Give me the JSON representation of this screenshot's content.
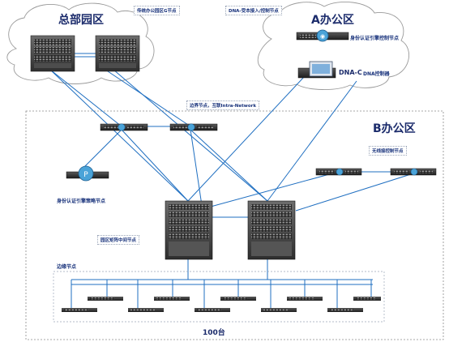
{
  "colors": {
    "link": "#1f6fc1",
    "text": "#16307a",
    "cloud": "#9a9a9a",
    "boundary": "#8a8a8a",
    "chassis": "#3a3a3a",
    "identity_node": "#4aa3d8"
  },
  "icons": [
    "cloud",
    "chassis-switch",
    "core-switch",
    "access-switch",
    "identity-server",
    "dna-controller"
  ],
  "zones": {
    "hq": {
      "title": "总部园区"
    },
    "office_a": {
      "title": "A办公区"
    },
    "office_b": {
      "title": "B办公区"
    }
  },
  "labels": {
    "legacy_node": "传统办公园区G节点",
    "dna_access_top": "DNA-受本接入/控制节点",
    "identity_engine_a": "身份认证引擎控制节点",
    "dna_c": "DNA-C",
    "dna_controller": "DNA控制器",
    "border_node": "边界节点，互联Intra-Network",
    "wireless_node": "无线接控制节点",
    "identity_engine_b": "身份认证引擎策略节点",
    "intermediate_node": "园区矩阵中间节点",
    "access_nodes": "边缘节点",
    "count": "100台"
  }
}
